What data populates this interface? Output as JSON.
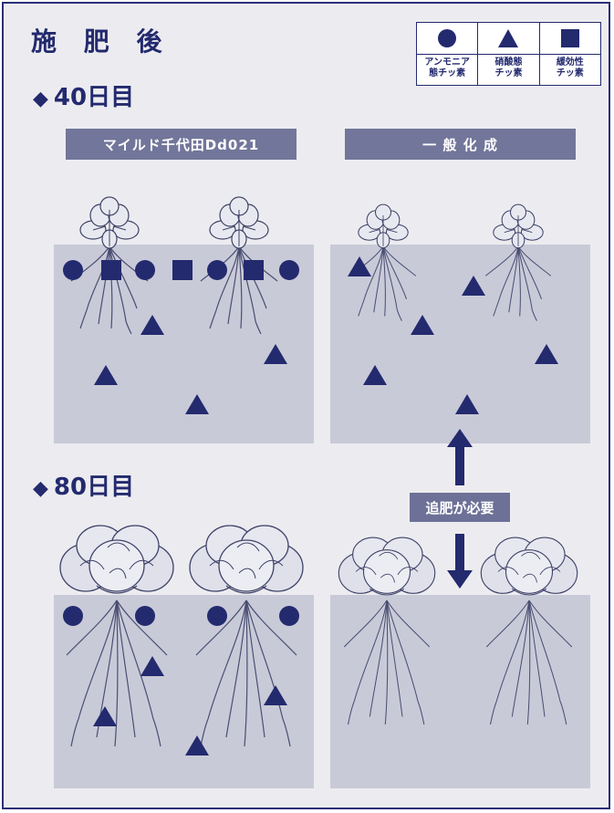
{
  "title": "施 肥 後",
  "legend": [
    {
      "symbol": "circle",
      "label": "アンモニア\n態チッ素"
    },
    {
      "symbol": "triangle",
      "label": "硝酸態\nチッ素"
    },
    {
      "symbol": "square",
      "label": "緩効性\nチッ素"
    }
  ],
  "sections": [
    {
      "marker": "◆",
      "label": "40日目"
    },
    {
      "marker": "◆",
      "label": "80日目"
    }
  ],
  "columns": [
    {
      "label": "マイルド千代田Dd021"
    },
    {
      "label": "一 般 化 成"
    }
  ],
  "callout": "追肥が必要",
  "colors": {
    "navy": "#232a6e",
    "soil": "#c9cad8",
    "header": "#72769a",
    "background": "#ececf0"
  }
}
